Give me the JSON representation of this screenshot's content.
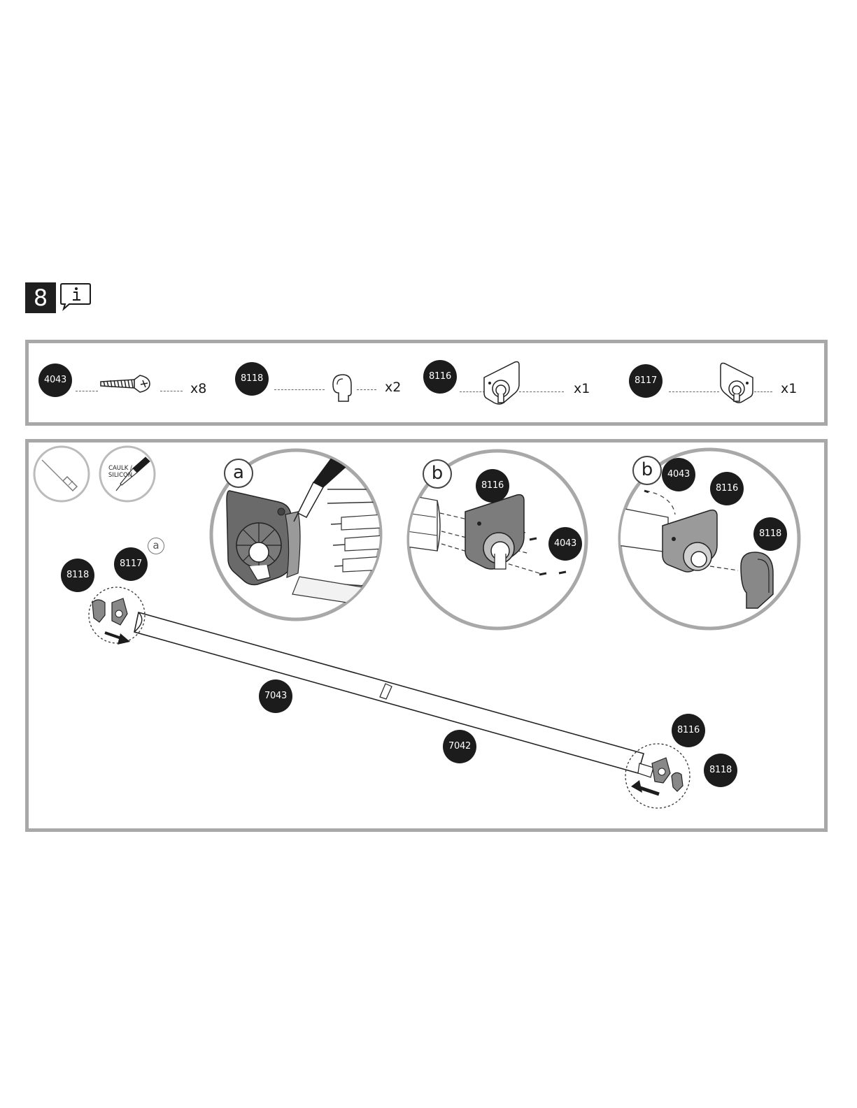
{
  "step": {
    "number": "8"
  },
  "parts": [
    {
      "part_no": "4043",
      "qty": "x8"
    },
    {
      "part_no": "8118",
      "qty": "x2"
    },
    {
      "part_no": "8116",
      "qty": "x1"
    },
    {
      "part_no": "8117",
      "qty": "x1"
    }
  ],
  "tools": {
    "caulk_label_line1": "CAULK /",
    "caulk_label_line2": "SILICON"
  },
  "details": {
    "a": {
      "letter": "a"
    },
    "b1": {
      "letter": "b",
      "labels": [
        "8116",
        "4043"
      ]
    },
    "b2": {
      "letter": "b",
      "labels": [
        "4043",
        "8116",
        "8118"
      ]
    }
  },
  "assembly": {
    "left_end": {
      "labels": [
        "8118",
        "8117"
      ],
      "detail_ref": "a"
    },
    "tubes": [
      "7043",
      "7042"
    ],
    "right_end": {
      "labels": [
        "8116",
        "8118"
      ]
    }
  },
  "icons": [
    "info-icon",
    "screwdriver-icon",
    "caulk-gun-icon"
  ]
}
